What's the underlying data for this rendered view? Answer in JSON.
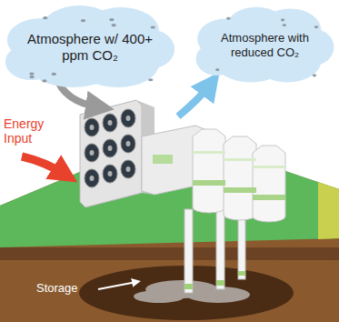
{
  "diagram": {
    "nodes": [
      {
        "text": [
          "Atmosphere w/ 400+ ppm CO₂"
        ]
      },
      {
        "text": [
          "Atmosphere with reduced CO₂"
        ]
      }
    ],
    "labels": [
      "Energy Input",
      "Storage"
    ]
  }
}
